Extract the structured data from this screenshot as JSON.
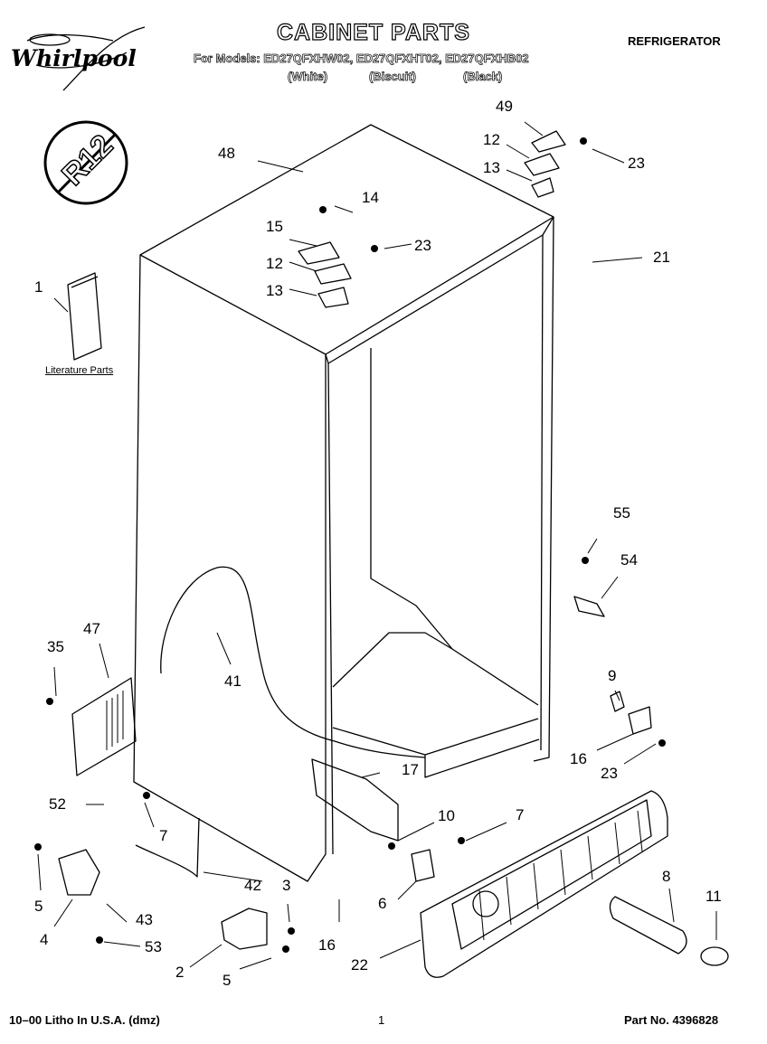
{
  "header": {
    "title": "CABINET PARTS",
    "category": "REFRIGERATOR",
    "brand": "Whirlpool",
    "models_line": "For Models: ED27QFXHW02, ED27QFXHT02, ED27QFXHB02",
    "variants": [
      "(White)",
      "(Biscuit)",
      "(Black)"
    ]
  },
  "badge": {
    "text": "R12"
  },
  "literature": {
    "label": "Literature Parts"
  },
  "callouts": [
    "1",
    "2",
    "3",
    "4",
    "5",
    "5",
    "6",
    "7",
    "7",
    "8",
    "9",
    "10",
    "11",
    "12",
    "12",
    "13",
    "13",
    "14",
    "15",
    "16",
    "16",
    "17",
    "21",
    "22",
    "23",
    "23",
    "23",
    "35",
    "41",
    "42",
    "43",
    "47",
    "48",
    "49",
    "52",
    "53",
    "54",
    "55"
  ],
  "footer": {
    "left": "10–00 Litho In U.S.A. (dmz)",
    "page": "1",
    "part_no": "Part No. 4396828"
  }
}
